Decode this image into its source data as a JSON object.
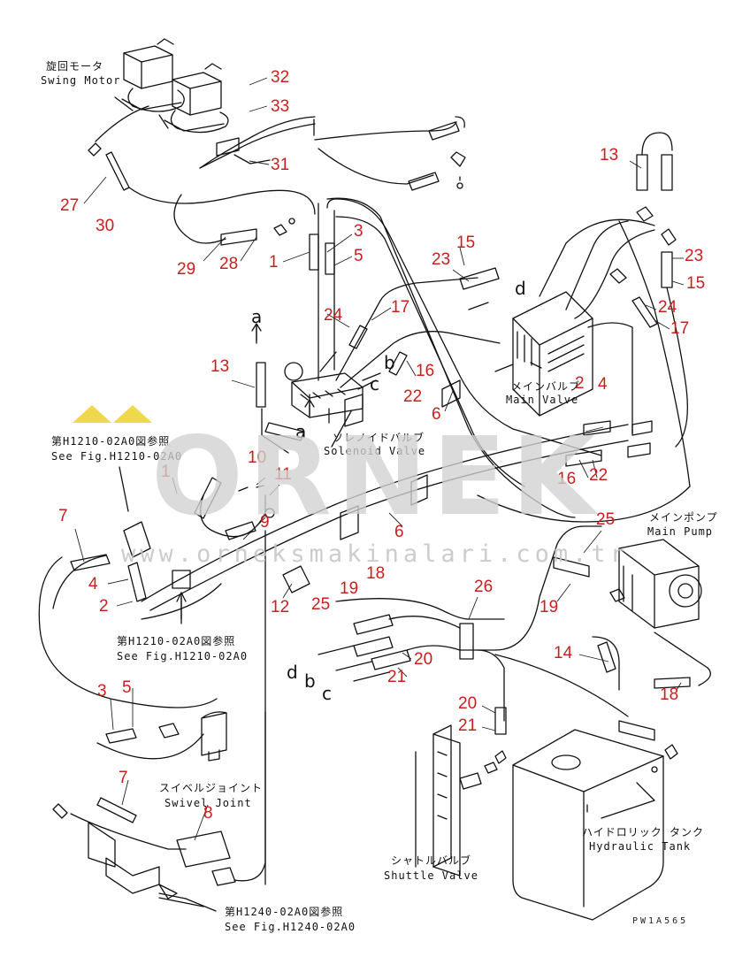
{
  "watermark": {
    "brand": "ORNEK",
    "url": "www.orneksmakinalari.com.tr",
    "accent_color": "#e8c800"
  },
  "drawing_code": "PW1A565",
  "labels": {
    "swing_motor_jp": "旋回モータ",
    "swing_motor_en": "Swing Motor",
    "solenoid_jp": "ソレノイドバルブ",
    "solenoid_en": "Solenoid Valve",
    "main_valve_jp": "メインバルブ",
    "main_valve_en": "Main Valve",
    "main_pump_jp": "メインポンプ",
    "main_pump_en": "Main Pump",
    "swivel_jp": "スイベルジョイント",
    "swivel_en": "Swivel Joint",
    "shuttle_jp": "シャトルバルブ",
    "shuttle_en": "Shuttle Valve",
    "tank_jp": "ハイドロリック タンク",
    "tank_en": "Hydraulic Tank",
    "ref1_jp": "第H1210-02A0図参照",
    "ref1_en": "See Fig.H1210-02A0",
    "ref2_jp": "第H1210-02A0図参照",
    "ref2_en": "See Fig.H1210-02A0",
    "ref3_jp": "第H1240-02A0図参照",
    "ref3_en": "See Fig.H1240-02A0"
  },
  "letters": [
    "a",
    "a",
    "b",
    "c",
    "d",
    "b",
    "c",
    "d"
  ],
  "callouts": [
    "32",
    "33",
    "31",
    "27",
    "30",
    "29",
    "28",
    "1",
    "3",
    "5",
    "15",
    "23",
    "24",
    "17",
    "16",
    "22",
    "13",
    "6",
    "13",
    "23",
    "15",
    "24",
    "17",
    "2",
    "4",
    "16",
    "22",
    "10",
    "11",
    "1",
    "9",
    "7",
    "4",
    "2",
    "12",
    "6",
    "25",
    "19",
    "18",
    "25",
    "19",
    "26",
    "14",
    "18",
    "20",
    "21",
    "20",
    "21",
    "3",
    "5",
    "7",
    "8"
  ]
}
